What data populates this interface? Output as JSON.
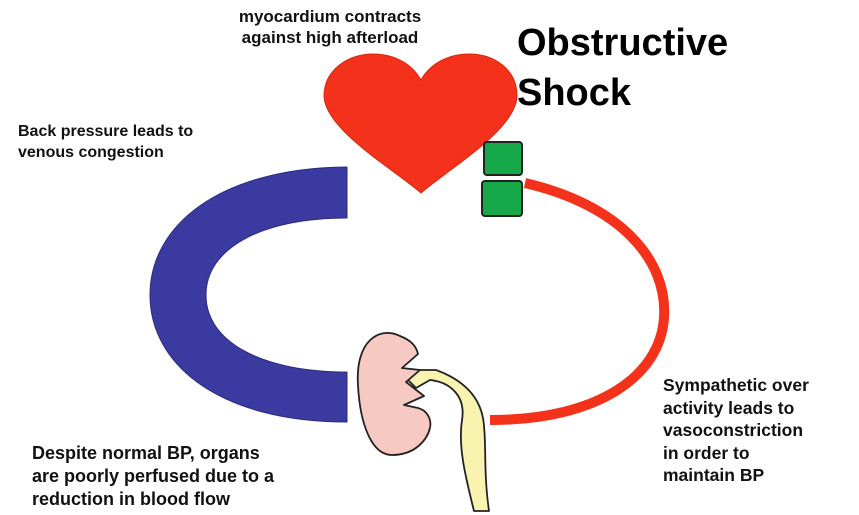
{
  "diagram": {
    "title_line1": "Obstructive",
    "title_line2": "Shock",
    "labels": {
      "myocardium": "myocardium contracts\nagainst high afterload",
      "back_pressure": "Back pressure leads to\nvenous congestion",
      "despite": "Despite normal BP, organs\nare poorly perfused due to a\nreduction in blood flow",
      "sympathetic": "Sympathetic over\nactivity leads to\nvasoconstriction\nin order to\nmaintain BP"
    },
    "colors": {
      "heart": "#f4321c",
      "artery": "#f4321c",
      "vein": "#3a3aa0",
      "obstruction": "#17a84a",
      "kidney": "#f6c9c2",
      "ureter": "#f9f3b0",
      "outline": "#222222"
    }
  }
}
